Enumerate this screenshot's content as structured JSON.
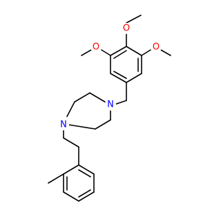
{
  "colors": {
    "background": "#ffffff",
    "bond": "#000000",
    "oxygen": "#ff0000",
    "nitrogen": "#0000ff"
  },
  "atoms": {
    "o_left": "O",
    "o_top": "O",
    "o_right": "O",
    "n_upper": "N",
    "n_lower": "N"
  }
}
